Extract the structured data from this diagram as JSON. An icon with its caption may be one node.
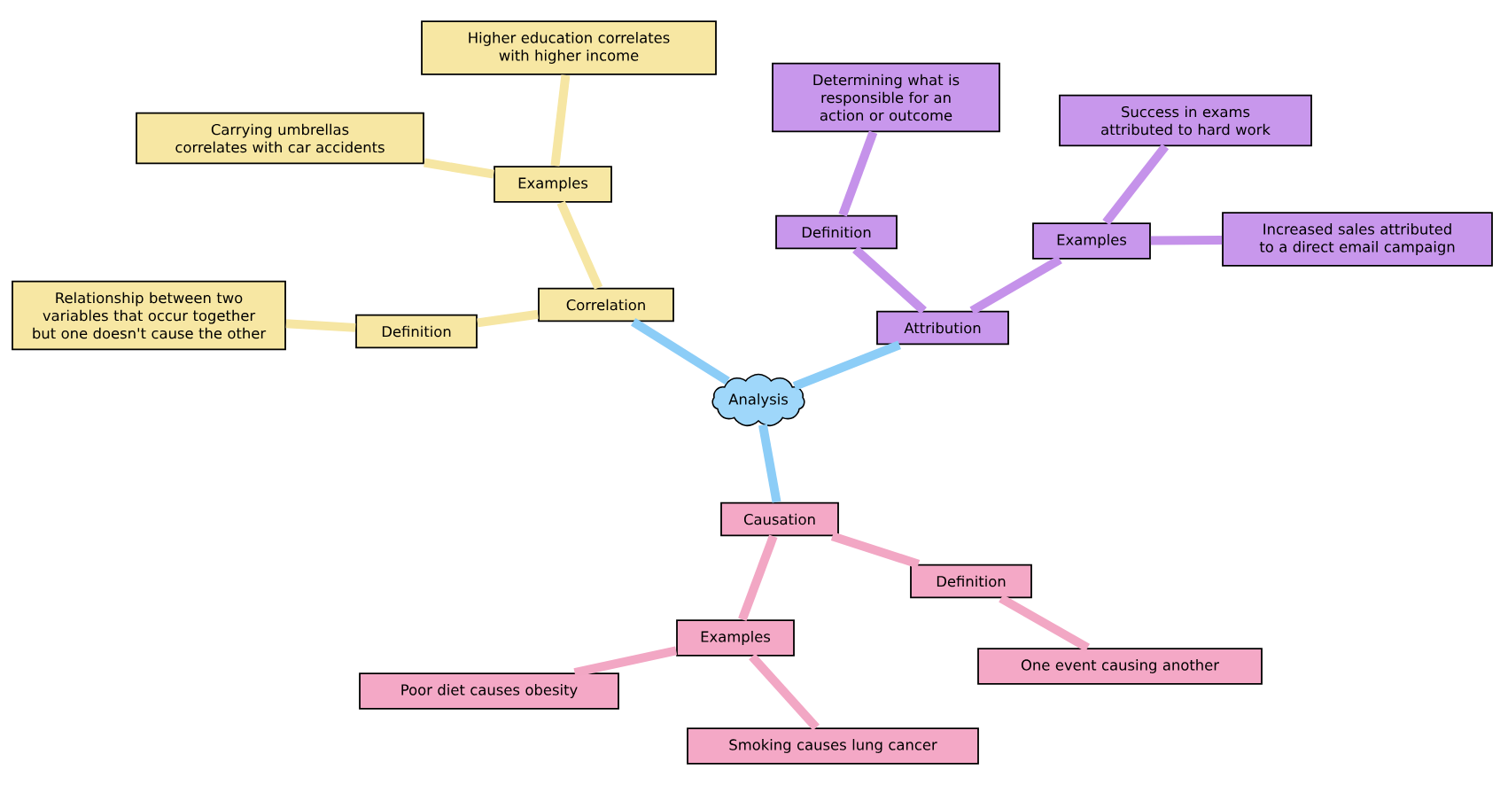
{
  "diagram": {
    "nodes": [
      {
        "text": [
          "Analysis"
        ]
      },
      {
        "text": [
          "Correlation"
        ]
      },
      {
        "text": [
          "Examples"
        ]
      },
      {
        "text": [
          "Higher education correlates with higher income"
        ]
      },
      {
        "text": [
          "Carrying umbrellas correlates with car accidents"
        ]
      },
      {
        "text": [
          "Definition"
        ]
      },
      {
        "text": [
          "Relationship between two variables that occur together but one doesn't cause the other"
        ]
      },
      {
        "text": [
          "Attribution"
        ]
      },
      {
        "text": [
          "Definition"
        ]
      },
      {
        "text": [
          "Determining what is responsible for an action or outcome"
        ]
      },
      {
        "text": [
          "Examples"
        ]
      },
      {
        "text": [
          "Success in exams attributed to hard work"
        ]
      },
      {
        "text": [
          "Increased sales attributed to a direct email campaign"
        ]
      },
      {
        "text": [
          "Causation"
        ]
      },
      {
        "text": [
          "Definition"
        ]
      },
      {
        "text": [
          "One event causing another"
        ]
      },
      {
        "text": [
          "Examples"
        ]
      },
      {
        "text": [
          "Poor diet causes obesity"
        ]
      },
      {
        "text": [
          "Smoking causes lung cancer"
        ]
      }
    ],
    "edges": [
      {
        "from": 0,
        "to": 1,
        "arrow": "none",
        "color": "#8ccdf7"
      },
      {
        "from": 0,
        "to": 7,
        "arrow": "none",
        "color": "#8ccdf7"
      },
      {
        "from": 0,
        "to": 13,
        "arrow": "none",
        "color": "#8ccdf7"
      },
      {
        "from": 1,
        "to": 2,
        "arrow": "none",
        "color": "#f6e6a3"
      },
      {
        "from": 2,
        "to": 3,
        "arrow": "none",
        "color": "#f6e6a3"
      },
      {
        "from": 2,
        "to": 4,
        "arrow": "none",
        "color": "#f6e6a3"
      },
      {
        "from": 1,
        "to": 5,
        "arrow": "none",
        "color": "#f6e6a3"
      },
      {
        "from": 5,
        "to": 6,
        "arrow": "none",
        "color": "#f6e6a3"
      },
      {
        "from": 7,
        "to": 8,
        "arrow": "none",
        "color": "#c592ea"
      },
      {
        "from": 8,
        "to": 9,
        "arrow": "none",
        "color": "#c592ea"
      },
      {
        "from": 7,
        "to": 10,
        "arrow": "none",
        "color": "#c592ea"
      },
      {
        "from": 10,
        "to": 11,
        "arrow": "none",
        "color": "#c592ea"
      },
      {
        "from": 10,
        "to": 12,
        "arrow": "none",
        "color": "#c592ea"
      },
      {
        "from": 13,
        "to": 14,
        "arrow": "none",
        "color": "#f2a7c4"
      },
      {
        "from": 14,
        "to": 15,
        "arrow": "none",
        "color": "#f2a7c4"
      },
      {
        "from": 13,
        "to": 16,
        "arrow": "none",
        "color": "#f2a7c4"
      },
      {
        "from": 16,
        "to": 17,
        "arrow": "none",
        "color": "#f2a7c4"
      },
      {
        "from": 16,
        "to": 18,
        "arrow": "none",
        "color": "#f2a7c4"
      }
    ]
  }
}
